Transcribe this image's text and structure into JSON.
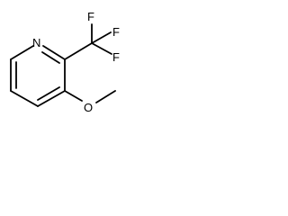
{
  "molecule": {
    "atoms": {
      "ring_nitrogen": "N",
      "fluorine_1": "F",
      "fluorine_2": "F",
      "fluorine_3": "F",
      "oxygen": "O"
    }
  },
  "colors": {
    "bond": "#000000",
    "label": "#000000",
    "background": "#ffffff"
  }
}
